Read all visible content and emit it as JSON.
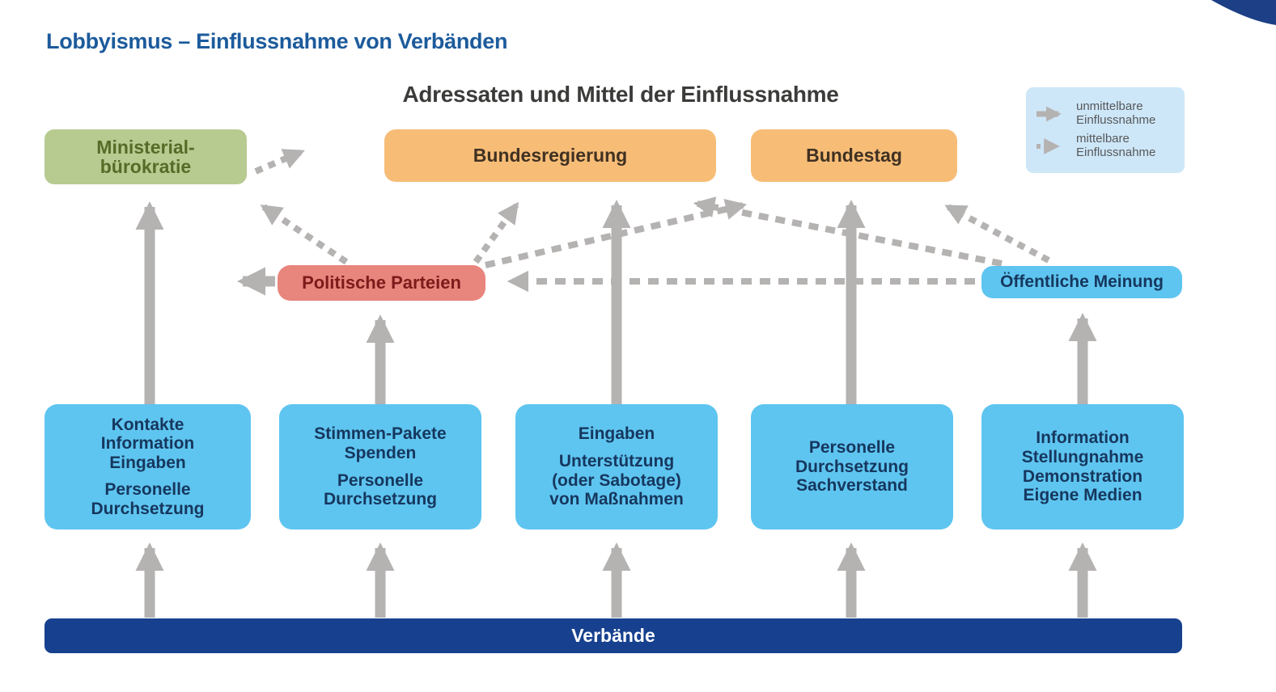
{
  "title": "Lobbyismus – Einflussnahme von Verbänden",
  "subtitle": "Adressaten und Mittel der Einflussnahme",
  "legend": {
    "items": [
      {
        "arrow_style": "solid",
        "label": "unmittelbare\nEinflussnahme"
      },
      {
        "arrow_style": "dashed",
        "label": "mittelbare\nEinflussnahme"
      }
    ]
  },
  "nodes": {
    "ministerialbuerokratie": {
      "label": "Ministerial-\nbürokratie",
      "bg": "#b7cb90",
      "fg": "#566b27"
    },
    "bundesregierung": {
      "label": "Bundesregierung",
      "bg": "#f7bd77",
      "fg": "#403122"
    },
    "bundestag": {
      "label": "Bundestag",
      "bg": "#f7bd77",
      "fg": "#403122"
    },
    "politische_parteien": {
      "label": "Politische Parteien",
      "bg": "#e8857c",
      "fg": "#7c1b1b"
    },
    "oeffentliche_meinung": {
      "label": "Öffentliche Meinung",
      "bg": "#5ec5f0",
      "fg": "#16375e"
    },
    "verbaende": {
      "label": "Verbände",
      "bg": "#17418f",
      "fg": "#ffffff"
    }
  },
  "means_boxes": [
    {
      "groups": [
        "Kontakte\nInformation\nEingaben",
        "Personelle\nDurchsetzung"
      ]
    },
    {
      "groups": [
        "Stimmen-Pakete\nSpenden",
        "Personelle\nDurchsetzung"
      ]
    },
    {
      "groups": [
        "Eingaben",
        "Unterstützung\n(oder Sabotage)\nvon Maßnahmen"
      ]
    },
    {
      "groups": [
        "Personelle\nDurchsetzung\nSachverstand"
      ]
    },
    {
      "groups": [
        "Information\nStellungnahme\nDemonstration\nEigene Medien"
      ]
    }
  ],
  "colors": {
    "arrow_gray": "#b5b2b2",
    "title_blue": "#1c5b9c",
    "legend_bg": "#cde7f8",
    "bar_navy": "#17418f"
  }
}
